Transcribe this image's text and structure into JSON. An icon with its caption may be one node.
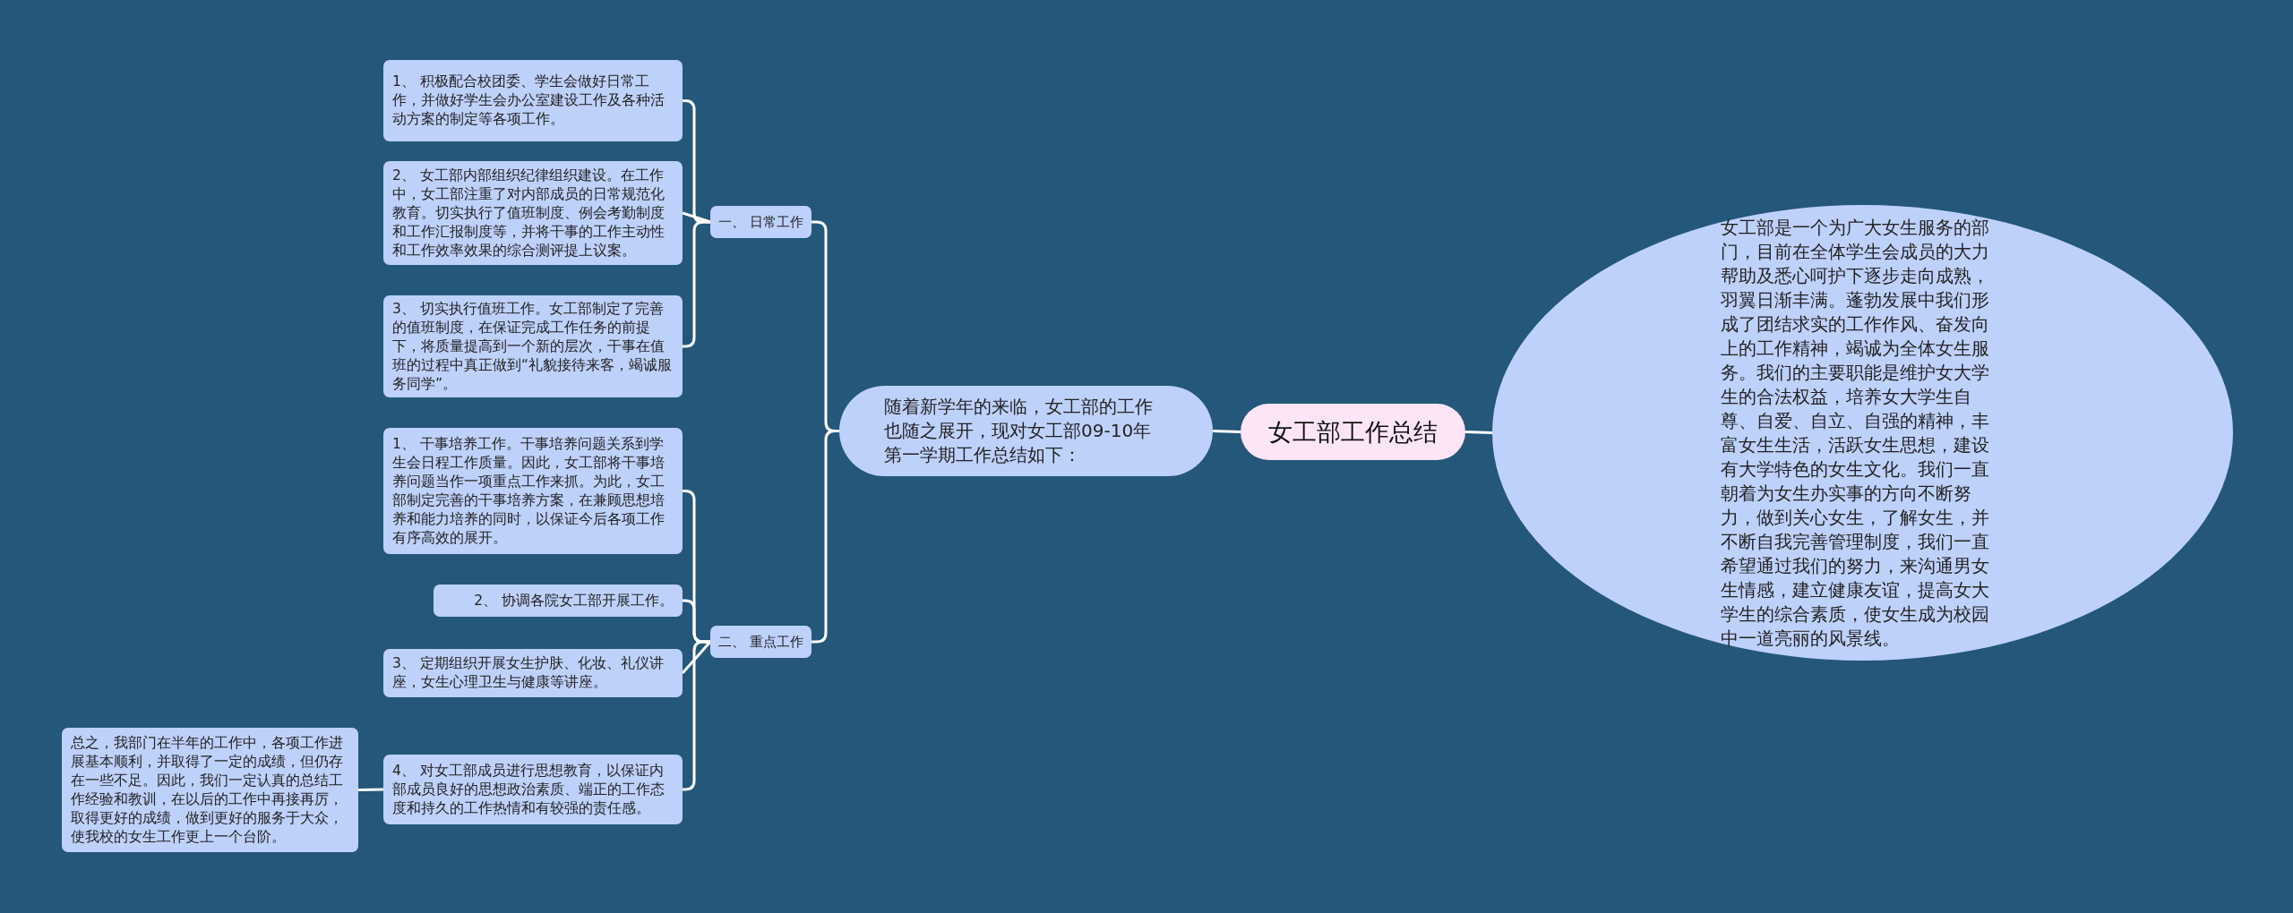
{
  "diagram": {
    "nodes": [
      {
        "text": [
          "女工部工作总结"
        ]
      },
      {
        "text": [
          "女工部是一个为广大女生服务的部门，目前在全体学生会成员的大力帮助及悉心呵护下逐步走向成熟，羽翼日渐丰满。蓬勃发展中我们形成了团结求实的工作作风、奋发向上的工作精神，竭诚为全体女生服务。我们的主要职能是维护女大学生的合法权益，培养女大学生自尊、自爱、自立、自强的精神，丰富女生生活，活跃女生思想，建设有大学特色的女生文化。我们一直朝着为女生办实事的方向不断努力，做到关心女生，了解女生，并不断自我完善管理制度，我们一直希望通过我们的努力，来沟通男女生情感，建立健康友谊，提高女大学生的综合素质，使女生成为校园中一道亮丽的风景线。"
        ]
      },
      {
        "text": [
          "随着新学年的来临，女工部的工作也随之展开，现对女工部09-10年第一学期工作总结如下："
        ]
      },
      {
        "text": [
          "一、 日常工作"
        ]
      },
      {
        "text": [
          "二、 重点工作"
        ]
      },
      {
        "text": [
          "1、 积极配合校团委、学生会做好日常工作，并做好学生会办公室建设工作及各种活动方案的制定等各项工作。"
        ]
      },
      {
        "text": [
          "2、 女工部内部组织纪律组织建设。在工作中，女工部注重了对内部成员的日常规范化教育。切实执行了值班制度、例会考勤制度和工作汇报制度等，并将干事的工作主动性和工作效率效果的综合测评提上议案。"
        ]
      },
      {
        "text": [
          "3、 切实执行值班工作。女工部制定了完善的值班制度，在保证完成工作任务的前提下，将质量提高到一个新的层次，干事在值班的过程中真正做到“礼貌接待来客，竭诚服务同学”。"
        ]
      },
      {
        "text": [
          "1、 干事培养工作。干事培养问题关系到学生会日程工作质量。因此，女工部将干事培养问题当作一项重点工作来抓。为此，女工部制定完善的干事培养方案，在兼顾思想培养和能力培养的同时，以保证今后各项工作有序高效的展开。"
        ]
      },
      {
        "text": [
          "2、 协调各院女工部开展工作。"
        ]
      },
      {
        "text": [
          "3、 定期组织开展女生护肤、化妆、礼仪讲座，女生心理卫生与健康等讲座。"
        ]
      },
      {
        "text": [
          "4、 对女工部成员进行思想教育，以保证内部成员良好的思想政治素质、端正的工作态度和持久的工作热情和有较强的责任感。"
        ]
      },
      {
        "text": [
          "总之，我部门在半年的工作中，各项工作进展基本顺利，并取得了一定的成绩，但仍存在一些不足。因此，我们一定认真的总结工作经验和教训，在以后的工作中再接再厉，取得更好的成绩，做到更好的服务于大众，使我校的女生工作更上一个台阶。"
        ]
      }
    ],
    "edges": [
      {
        "from": 0,
        "to": 1,
        "arrow": "none"
      },
      {
        "from": 0,
        "to": 2,
        "arrow": "none"
      },
      {
        "from": 2,
        "to": 3,
        "arrow": "none"
      },
      {
        "from": 2,
        "to": 4,
        "arrow": "none"
      },
      {
        "from": 3,
        "to": 5,
        "arrow": "none"
      },
      {
        "from": 3,
        "to": 6,
        "arrow": "none"
      },
      {
        "from": 3,
        "to": 7,
        "arrow": "none"
      },
      {
        "from": 4,
        "to": 8,
        "arrow": "none"
      },
      {
        "from": 4,
        "to": 9,
        "arrow": "none"
      },
      {
        "from": 4,
        "to": 10,
        "arrow": "none"
      },
      {
        "from": 4,
        "to": 11,
        "arrow": "none"
      },
      {
        "from": 11,
        "to": 12,
        "arrow": "none"
      }
    ]
  }
}
